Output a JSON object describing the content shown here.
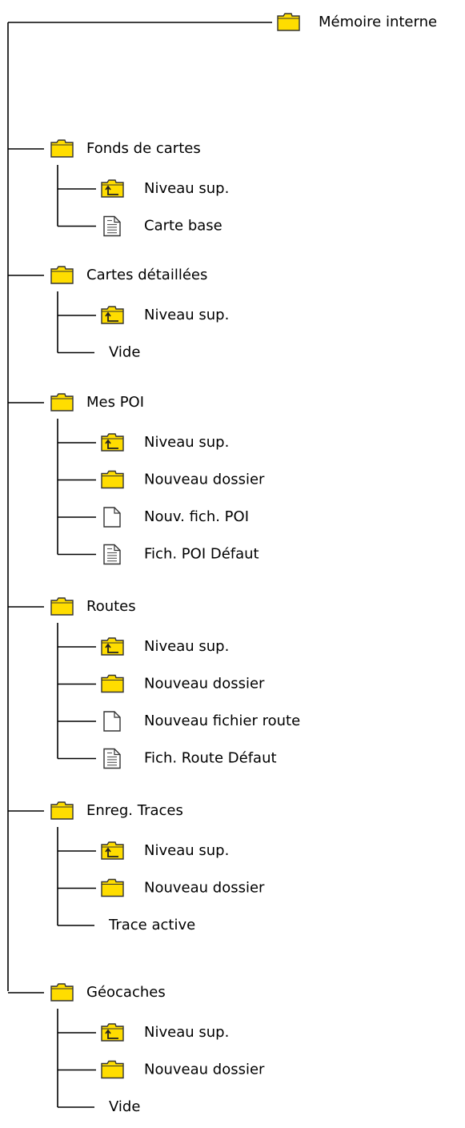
{
  "root": {
    "label": "Mémoire interne",
    "icon": "folder-icon"
  },
  "groups": [
    {
      "label": "Fonds de cartes",
      "icon": "folder-icon",
      "children": [
        {
          "label": "Niveau sup.",
          "icon": "folder-up-icon"
        },
        {
          "label": "Carte base",
          "icon": "document-icon"
        }
      ]
    },
    {
      "label": "Cartes détaillées",
      "icon": "folder-icon",
      "children": [
        {
          "label": "Niveau sup.",
          "icon": "folder-up-icon"
        },
        {
          "label": "Vide",
          "icon": ""
        }
      ]
    },
    {
      "label": "Mes POI",
      "icon": "folder-icon",
      "children": [
        {
          "label": "Niveau sup.",
          "icon": "folder-up-icon"
        },
        {
          "label": "Nouveau dossier",
          "icon": "folder-icon"
        },
        {
          "label": "Nouv. fich. POI",
          "icon": "blank-file-icon"
        },
        {
          "label": "Fich. POI Défaut",
          "icon": "document-icon"
        }
      ]
    },
    {
      "label": "Routes",
      "icon": "folder-icon",
      "children": [
        {
          "label": "Niveau sup.",
          "icon": "folder-up-icon"
        },
        {
          "label": "Nouveau dossier",
          "icon": "folder-icon"
        },
        {
          "label": "Nouveau fichier route",
          "icon": "blank-file-icon"
        },
        {
          "label": "Fich. Route Défaut",
          "icon": "document-icon"
        }
      ]
    },
    {
      "label": "Enreg. Traces",
      "icon": "folder-icon",
      "children": [
        {
          "label": "Niveau sup.",
          "icon": "folder-up-icon"
        },
        {
          "label": "Nouveau dossier",
          "icon": "folder-icon"
        },
        {
          "label": "Trace active",
          "icon": ""
        }
      ]
    },
    {
      "label": "Géocaches",
      "icon": "folder-icon",
      "children": [
        {
          "label": "Niveau sup.",
          "icon": "folder-up-icon"
        },
        {
          "label": "Nouveau dossier",
          "icon": "folder-icon"
        },
        {
          "label": "Vide",
          "icon": ""
        }
      ]
    }
  ],
  "colors": {
    "folder_fill": "#ffdd00",
    "folder_stroke": "#333333",
    "line": "#000000",
    "file_fill": "#ffffff"
  }
}
